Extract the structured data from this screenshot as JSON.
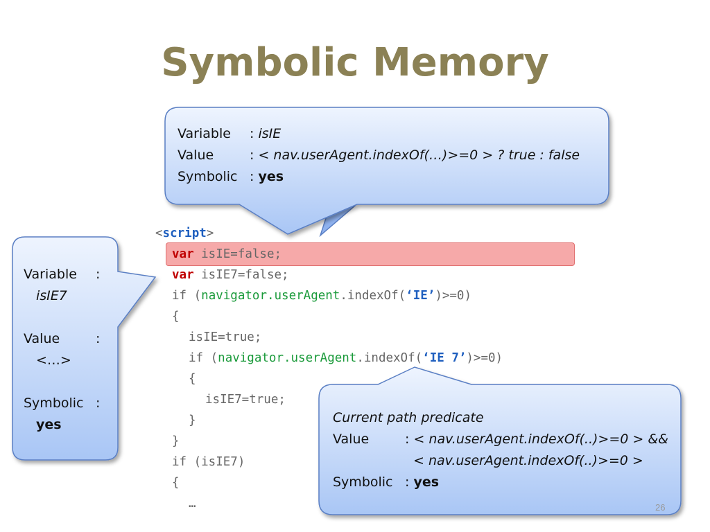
{
  "title": "Symbolic Memory",
  "top_bubble": {
    "variable_label": "Variable",
    "variable_value": "isIE",
    "value_label": "Value",
    "value_value": "< nav.userAgent.indexOf(…)>=0 > ? true : false",
    "symbolic_label": "Symbolic",
    "symbolic_value": "yes",
    "separator": ":"
  },
  "left_bubble": {
    "variable_label": "Variable",
    "variable_value": "isIE7",
    "value_label": "Value",
    "value_value": "<…>",
    "symbolic_label": "Symbolic",
    "symbolic_value": "yes",
    "separator": ":"
  },
  "bottom_bubble": {
    "heading": "Current path predicate",
    "value_label": "Value",
    "value_line1": "< nav.userAgent.indexOf(..)>=0 > &&",
    "value_line2": "< nav.userAgent.indexOf(..)>=0 >",
    "symbolic_label": "Symbolic",
    "symbolic_value": "yes",
    "separator": ":"
  },
  "code": {
    "script_open_lt": "<",
    "script_tag": "script",
    "script_open_gt": ">",
    "var_kw": "var",
    "line1_rest": " isIE=false;",
    "line2_rest": " isIE7=false;",
    "if1_pre": "if (",
    "navigator": "navigator.userAgent",
    "if1_mid": ".indexOf(",
    "str_ie": "‘IE’",
    "if_post": ")>=0)",
    "brace_open": "{",
    "brace_close": "}",
    "assign_ie": "isIE=true;",
    "if2_pre": "if (",
    "str_ie7": "‘IE 7’",
    "assign_ie7": "isIE7=true;",
    "if3": "if (isIE7)",
    "ellipsis": "…"
  },
  "slide_number": "26",
  "colors": {
    "title": "#8b8155",
    "bubble_fill_top": "#eaf1fd",
    "bubble_fill_bottom": "#a9c6f5",
    "bubble_stroke": "#5a7fc4",
    "highlight": "#f6a9a9",
    "keyword": "#c00000",
    "navigator": "#1a9a3a",
    "string": "#1f5fbf"
  }
}
